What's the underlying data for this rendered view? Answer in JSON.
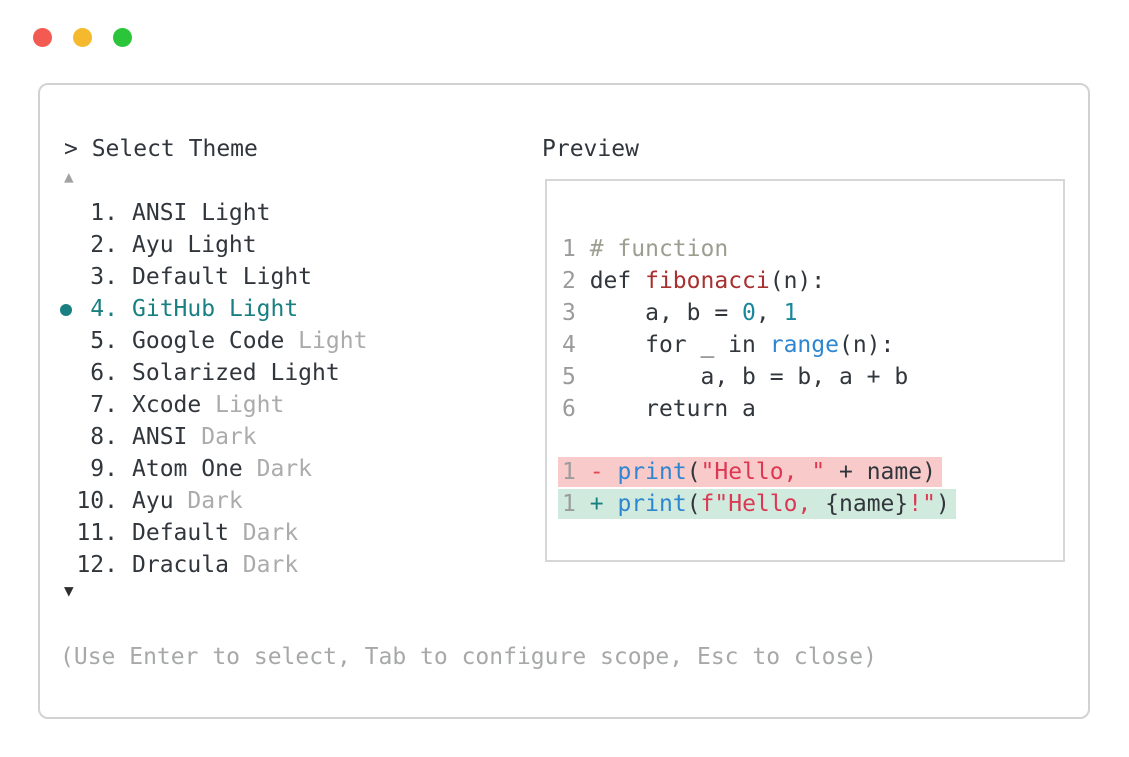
{
  "window": {
    "traffic_lights": [
      {
        "name": "close",
        "color": "#f35a52"
      },
      {
        "name": "minimize",
        "color": "#f5b92e"
      },
      {
        "name": "maximize",
        "color": "#2bc53c"
      }
    ]
  },
  "theme_picker": {
    "prompt": "> Select Theme",
    "scroll_up_symbol": "▲",
    "scroll_down_symbol": "▼",
    "items": [
      {
        "number": "1.",
        "name": "ANSI",
        "variant": "Light",
        "variant_dimmed": false,
        "selected": false
      },
      {
        "number": "2.",
        "name": "Ayu",
        "variant": "Light",
        "variant_dimmed": false,
        "selected": false
      },
      {
        "number": "3.",
        "name": "Default",
        "variant": "Light",
        "variant_dimmed": false,
        "selected": false
      },
      {
        "number": "4.",
        "name": "GitHub",
        "variant": "Light",
        "variant_dimmed": false,
        "selected": true
      },
      {
        "number": "5.",
        "name": "Google Code",
        "variant": "Light",
        "variant_dimmed": true,
        "selected": false
      },
      {
        "number": "6.",
        "name": "Solarized",
        "variant": "Light",
        "variant_dimmed": false,
        "selected": false
      },
      {
        "number": "7.",
        "name": "Xcode",
        "variant": "Light",
        "variant_dimmed": true,
        "selected": false
      },
      {
        "number": "8.",
        "name": "ANSI",
        "variant": "Dark",
        "variant_dimmed": true,
        "selected": false
      },
      {
        "number": "9.",
        "name": "Atom One",
        "variant": "Dark",
        "variant_dimmed": true,
        "selected": false
      },
      {
        "number": "10.",
        "name": "Ayu",
        "variant": "Dark",
        "variant_dimmed": true,
        "selected": false
      },
      {
        "number": "11.",
        "name": "Default",
        "variant": "Dark",
        "variant_dimmed": true,
        "selected": false
      },
      {
        "number": "12.",
        "name": "Dracula",
        "variant": "Dark",
        "variant_dimmed": true,
        "selected": false
      }
    ],
    "hint": "(Use Enter to select, Tab to configure scope, Esc to close)"
  },
  "preview": {
    "label": "Preview",
    "code_lines": [
      {
        "segments": [
          {
            "text": "1",
            "style": "linenum"
          },
          {
            "text": " ",
            "style": "plain"
          },
          {
            "text": "# function",
            "style": "comment"
          }
        ]
      },
      {
        "segments": [
          {
            "text": "2",
            "style": "linenum"
          },
          {
            "text": " def ",
            "style": "plain"
          },
          {
            "text": "fibonacci",
            "style": "func"
          },
          {
            "text": "(n):",
            "style": "plain"
          }
        ]
      },
      {
        "segments": [
          {
            "text": "3",
            "style": "linenum"
          },
          {
            "text": "     a, b = ",
            "style": "plain"
          },
          {
            "text": "0",
            "style": "number"
          },
          {
            "text": ", ",
            "style": "plain"
          },
          {
            "text": "1",
            "style": "number"
          }
        ]
      },
      {
        "segments": [
          {
            "text": "4",
            "style": "linenum"
          },
          {
            "text": "     for _ in ",
            "style": "plain"
          },
          {
            "text": "range",
            "style": "blue"
          },
          {
            "text": "(n):",
            "style": "plain"
          }
        ]
      },
      {
        "segments": [
          {
            "text": "5",
            "style": "linenum"
          },
          {
            "text": "         a, b = b, a + b",
            "style": "plain"
          }
        ]
      },
      {
        "segments": [
          {
            "text": "6",
            "style": "linenum"
          },
          {
            "text": "     return a",
            "style": "plain"
          }
        ]
      }
    ],
    "diff_lines": [
      {
        "type": "removed",
        "segments": [
          {
            "text": "1",
            "style": "linenum"
          },
          {
            "text": " ",
            "style": "plain"
          },
          {
            "text": "-",
            "style": "minus"
          },
          {
            "text": " ",
            "style": "plain"
          },
          {
            "text": "print",
            "style": "blue"
          },
          {
            "text": "(",
            "style": "plain"
          },
          {
            "text": "\"Hello, \"",
            "style": "string"
          },
          {
            "text": " + name)",
            "style": "plain"
          }
        ]
      },
      {
        "type": "added",
        "segments": [
          {
            "text": "1",
            "style": "linenum"
          },
          {
            "text": " ",
            "style": "plain"
          },
          {
            "text": "+",
            "style": "plus"
          },
          {
            "text": " ",
            "style": "plain"
          },
          {
            "text": "print",
            "style": "blue"
          },
          {
            "text": "(",
            "style": "plain"
          },
          {
            "text": "f\"Hello, ",
            "style": "string"
          },
          {
            "text": "{name}",
            "style": "plain"
          },
          {
            "text": "!\"",
            "style": "string"
          },
          {
            "text": ")",
            "style": "plain"
          }
        ]
      }
    ]
  },
  "colors": {
    "accent_selected": "#1a7f81",
    "dimmed_text": "#ababab",
    "hint_text": "#a7a9a8",
    "plain_code": "#31363c",
    "line_number": "#9b9b9b",
    "comment": "#9b9e90",
    "function_name": "#a93030",
    "builtin_blue": "#2e86d0",
    "numeric_literal": "#18889b",
    "string_literal": "#dd3853",
    "diff_minus": "#e2484f",
    "diff_plus": "#1a7f81",
    "diff_removed_bg": "#f8cbca",
    "diff_added_bg": "#d0ebdd",
    "panel_border": "#d2d2d2"
  }
}
